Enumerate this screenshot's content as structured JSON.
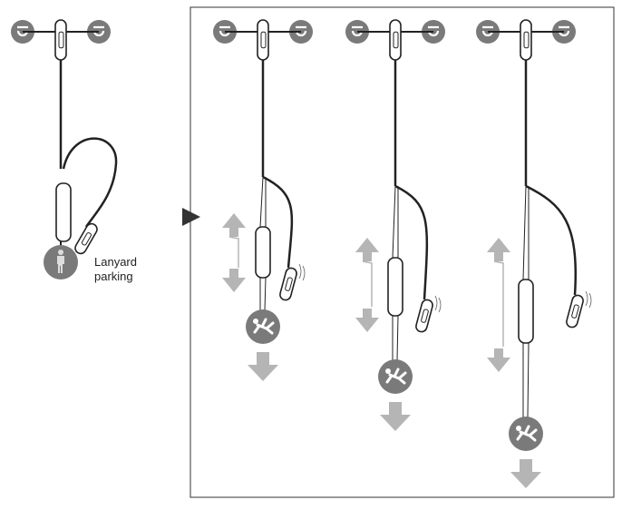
{
  "labels": {
    "lanyard_parking_line1": "Lanyard",
    "lanyard_parking_line2": "parking"
  },
  "colors": {
    "icon_gray": "#7a7a7a",
    "arrow_gray": "#b5b5b5",
    "line": "#222222"
  },
  "scenes": [
    {
      "name": "lanyard-parking"
    },
    {
      "name": "fall-stage-1"
    },
    {
      "name": "fall-stage-2"
    },
    {
      "name": "fall-stage-3"
    }
  ]
}
